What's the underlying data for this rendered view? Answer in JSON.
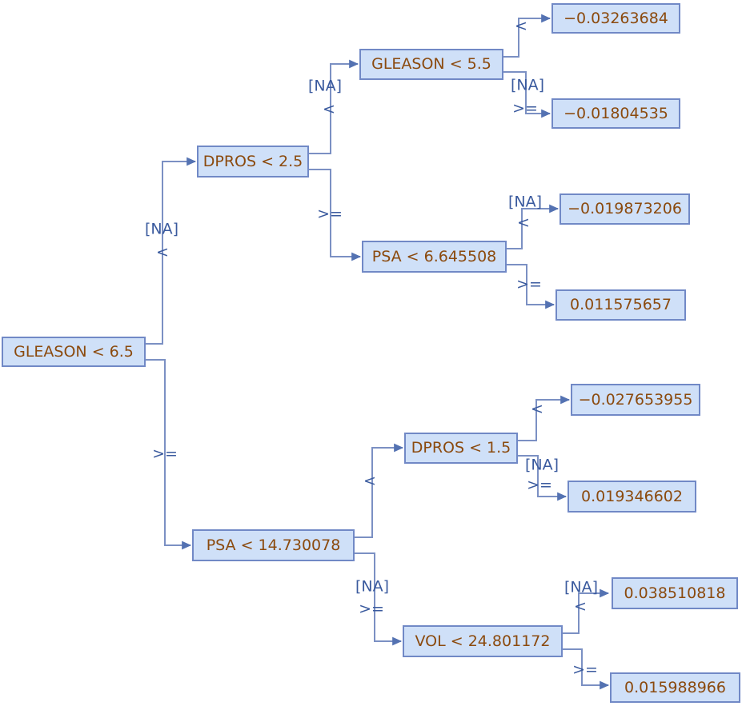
{
  "diagram": {
    "type": "decision-tree",
    "colors": {
      "background": "#ffffff",
      "node_fill": "#cfe0f8",
      "node_border": "#7189c6",
      "node_text": "#8b4a0e",
      "edge_line": "#7b90c3",
      "edge_label_text": "#3a5a9e",
      "arrowhead": "#5472b2"
    },
    "nodes": {
      "root": {
        "label": "GLEASON < 6.5",
        "kind": "split"
      },
      "dpros25": {
        "label": "DPROS < 2.5",
        "kind": "split"
      },
      "gleason55": {
        "label": "GLEASON < 5.5",
        "kind": "split"
      },
      "leaf1": {
        "label": "−0.03263684",
        "kind": "leaf"
      },
      "leaf2": {
        "label": "−0.01804535",
        "kind": "leaf"
      },
      "psa66": {
        "label": "PSA < 6.645508",
        "kind": "split"
      },
      "leaf3": {
        "label": "−0.019873206",
        "kind": "leaf"
      },
      "leaf4": {
        "label": "0.011575657",
        "kind": "leaf"
      },
      "psa147": {
        "label": "PSA < 14.730078",
        "kind": "split"
      },
      "dpros15": {
        "label": "DPROS < 1.5",
        "kind": "split"
      },
      "leaf5": {
        "label": "−0.027653955",
        "kind": "leaf"
      },
      "leaf6": {
        "label": "0.019346602",
        "kind": "leaf"
      },
      "vol248": {
        "label": "VOL < 24.801172",
        "kind": "split"
      },
      "leaf7": {
        "label": "0.038510818",
        "kind": "leaf"
      },
      "leaf8": {
        "label": "0.015988966",
        "kind": "leaf"
      }
    },
    "edges": {
      "root_dpros25": {
        "from": "root",
        "to": "dpros25",
        "na": "[NA]",
        "op": "<"
      },
      "root_psa147": {
        "from": "root",
        "to": "psa147",
        "op": ">="
      },
      "dpros25_gleason55": {
        "from": "dpros25",
        "to": "gleason55",
        "na": "[NA]",
        "op": "<"
      },
      "dpros25_psa66": {
        "from": "dpros25",
        "to": "psa66",
        "op": ">="
      },
      "gleason55_leaf1": {
        "from": "gleason55",
        "to": "leaf1",
        "op": "<"
      },
      "gleason55_leaf2": {
        "from": "gleason55",
        "to": "leaf2",
        "na": "[NA]",
        "op": ">="
      },
      "psa66_leaf3": {
        "from": "psa66",
        "to": "leaf3",
        "na": "[NA]",
        "op": "<"
      },
      "psa66_leaf4": {
        "from": "psa66",
        "to": "leaf4",
        "op": ">="
      },
      "psa147_dpros15": {
        "from": "psa147",
        "to": "dpros15",
        "op": "<"
      },
      "psa147_vol248": {
        "from": "psa147",
        "to": "vol248",
        "na": "[NA]",
        "op": ">="
      },
      "dpros15_leaf5": {
        "from": "dpros15",
        "to": "leaf5",
        "op": "<"
      },
      "dpros15_leaf6": {
        "from": "dpros15",
        "to": "leaf6",
        "na": "[NA]",
        "op": ">="
      },
      "vol248_leaf7": {
        "from": "vol248",
        "to": "leaf7",
        "na": "[NA]",
        "op": "<"
      },
      "vol248_leaf8": {
        "from": "vol248",
        "to": "leaf8",
        "op": ">="
      }
    }
  }
}
